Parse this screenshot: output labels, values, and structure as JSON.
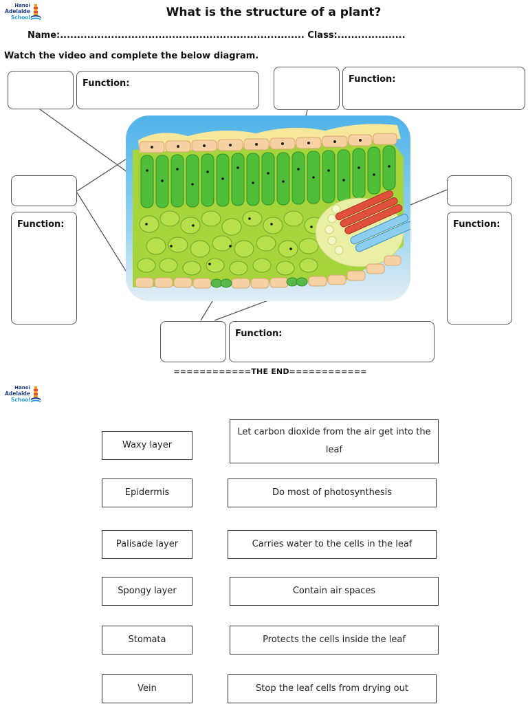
{
  "logo": {
    "line1": "Hanoi",
    "line2": "Adelaide",
    "line3": "School"
  },
  "header": {
    "title": "What is the structure of a plant?",
    "name_line": "Name:........................................................................ Class:...................."
  },
  "instruction": "Watch the video and complete the below diagram.",
  "function_label": "Function:",
  "the_end": "============THE END============",
  "terms": [
    "Waxy layer",
    "Epidermis",
    "Palisade layer",
    "Spongy layer",
    "Stomata",
    "Vein"
  ],
  "functions": [
    "Let carbon dioxide from the air get into the leaf",
    "Do most of photosynthesis",
    "Carries water to the cells in the leaf",
    "Contain air spaces",
    "Protects the cells inside the leaf",
    "Stop the leaf cells from drying out"
  ]
}
